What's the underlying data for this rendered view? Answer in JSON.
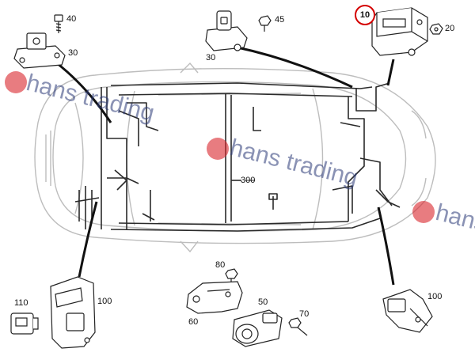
{
  "diagram": {
    "callouts": {
      "c10": "10",
      "c20": "20",
      "c30a": "30",
      "c30b": "30",
      "c40": "40",
      "c45": "45",
      "c50": "50",
      "c60": "60",
      "c70": "70",
      "c80": "80",
      "c100a": "100",
      "c100b": "100",
      "c110": "110",
      "c300": "300"
    },
    "highlight_callout_color": "#d40000",
    "line_color": "#2a2a2a",
    "car_outline_color": "#bdbdbd"
  },
  "watermark": {
    "text": "hans trading",
    "text_color": "#2b3a78",
    "logo_color": "#d8242b"
  }
}
